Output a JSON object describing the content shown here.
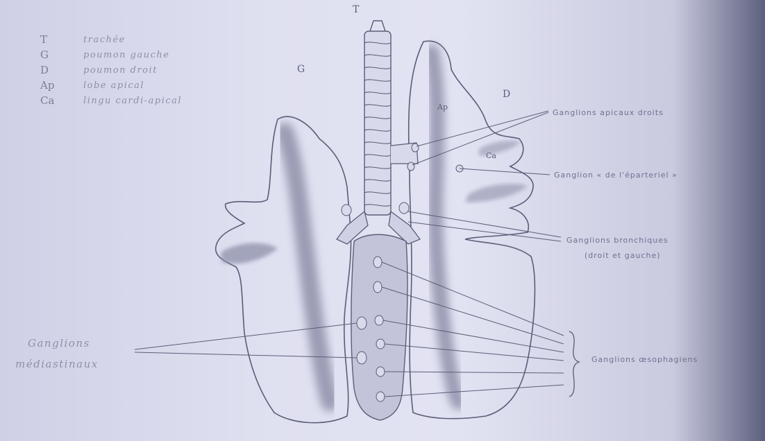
{
  "legend": [
    {
      "key": "T",
      "value": "trachée"
    },
    {
      "key": "G",
      "value": "poumon gauche"
    },
    {
      "key": "D",
      "value": "poumon droit"
    },
    {
      "key": "Ap",
      "value": "lobe apical"
    },
    {
      "key": "Ca",
      "value": "lingu cardi-apical"
    }
  ],
  "letters": {
    "trachea": "T",
    "left_lung": "G",
    "right_lung": "D",
    "apical_lobe": "Ap",
    "cardiac_lobe": "Ca"
  },
  "labels": {
    "apical_nodes": "Ganglions apicaux droits",
    "eparterial_node": "Ganglion « de l'éparteriel »",
    "bronchial_nodes_1": "Ganglions bronchiques",
    "bronchial_nodes_2": "(droit et gauche)",
    "mediastinal_1": "Ganglions",
    "mediastinal_2": "médiastinaux",
    "esophageal_nodes": "Ganglions œsophagiens"
  },
  "colors": {
    "ink": "#5a5d78",
    "shading": "#8a8ca6",
    "paper": "#dfe0f0"
  }
}
